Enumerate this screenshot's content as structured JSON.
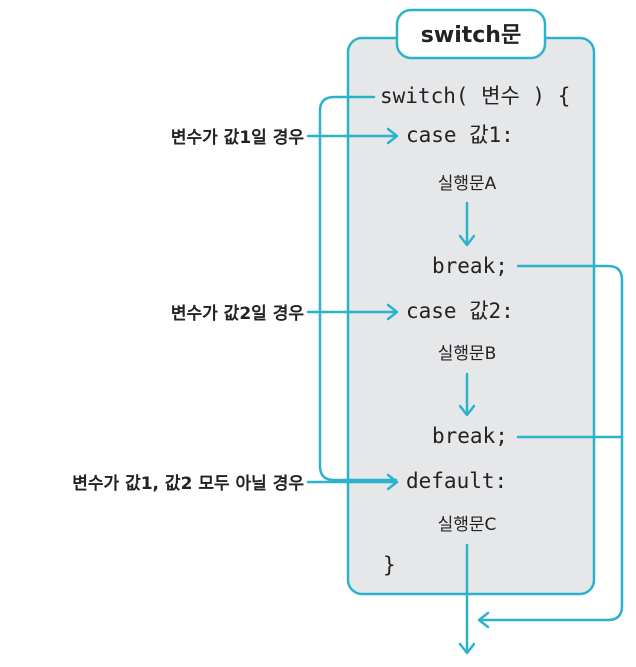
{
  "title": "switch문",
  "code": {
    "switch_line": "switch( 변수 ) {",
    "case1": "case 값1:",
    "statement_a": "실행문A",
    "break1": "break;",
    "case2": "case 값2:",
    "statement_b": "실행문B",
    "break2": "break;",
    "default": "default:",
    "statement_c": "실행문C",
    "close_brace": "}"
  },
  "labels": {
    "case1": "변수가 값1일 경우",
    "case2": "변수가 값2일 경우",
    "default": "변수가 값1, 값2 모두 아닐 경우"
  },
  "colors": {
    "accent": "#2bb3cc",
    "box_fill": "#e6e7e9",
    "text": "#222222"
  }
}
